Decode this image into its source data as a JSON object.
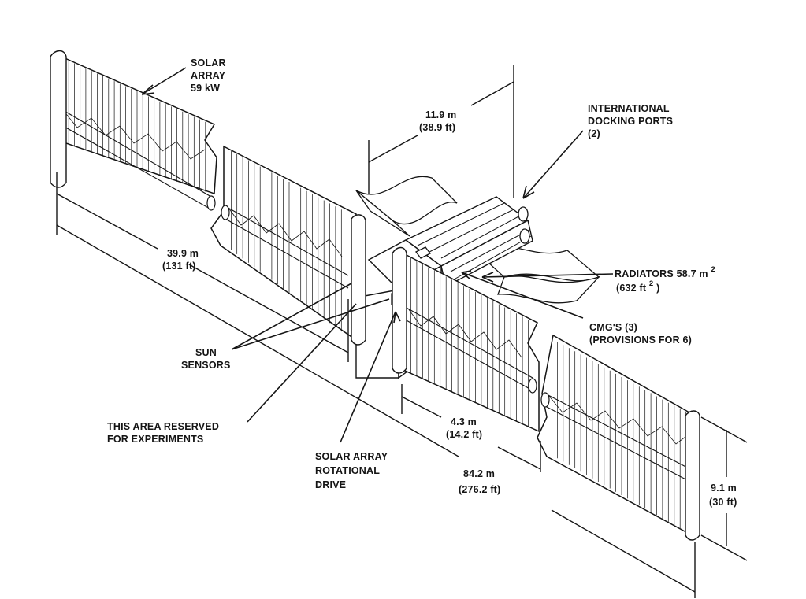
{
  "labels": {
    "solar_array": [
      "SOLAR",
      "ARRAY",
      "59 kW"
    ],
    "docking_length": [
      "11.9 m",
      "(38.9 ft)"
    ],
    "docking_ports": [
      "INTERNATIONAL",
      "DOCKING PORTS",
      "(2)"
    ],
    "wing_length": [
      "39.9 m",
      "(131 ft)"
    ],
    "radiators_main": "RADIATORS 58.7 m",
    "radiators_sup": "2",
    "radiators_sub_main": "(632 ft",
    "radiators_sub_sup": "2",
    "radiators_sub_close": ")",
    "cmgs": [
      "CMG'S (3)",
      "(PROVISIONS FOR 6)"
    ],
    "sun_sensors": [
      "SUN",
      "SENSORS"
    ],
    "reserved_area": [
      "THIS AREA RESERVED",
      "FOR EXPERIMENTS"
    ],
    "rotational_drive": [
      "SOLAR ARRAY",
      "ROTATIONAL",
      "DRIVE"
    ],
    "panel_spacing": [
      "4.3 m",
      "(14.2 ft)"
    ],
    "total_span": [
      "84.2 m",
      "(276.2 ft)"
    ],
    "array_height": [
      "9.1 m",
      "(30 ft)"
    ]
  }
}
